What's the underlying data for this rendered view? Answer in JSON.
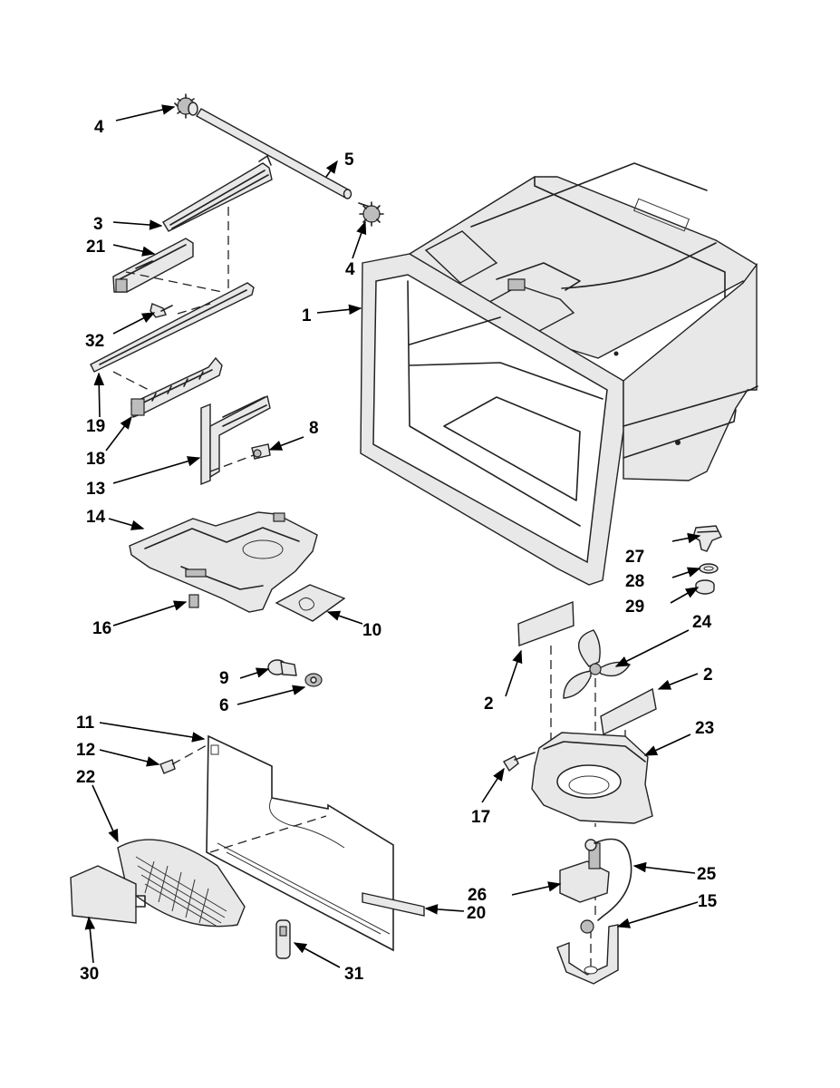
{
  "callouts": [
    {
      "id": "c1",
      "text": "1"
    },
    {
      "id": "c2a",
      "text": "2"
    },
    {
      "id": "c2b",
      "text": "2"
    },
    {
      "id": "c3",
      "text": "3"
    },
    {
      "id": "c4a",
      "text": "4"
    },
    {
      "id": "c4b",
      "text": "4"
    },
    {
      "id": "c5",
      "text": "5"
    },
    {
      "id": "c6",
      "text": "6"
    },
    {
      "id": "c8",
      "text": "8"
    },
    {
      "id": "c9",
      "text": "9"
    },
    {
      "id": "c10",
      "text": "10"
    },
    {
      "id": "c11",
      "text": "11"
    },
    {
      "id": "c12",
      "text": "12"
    },
    {
      "id": "c13",
      "text": "13"
    },
    {
      "id": "c14",
      "text": "14"
    },
    {
      "id": "c15",
      "text": "15"
    },
    {
      "id": "c16",
      "text": "16"
    },
    {
      "id": "c17",
      "text": "17"
    },
    {
      "id": "c18",
      "text": "18"
    },
    {
      "id": "c19",
      "text": "19"
    },
    {
      "id": "c20",
      "text": "20"
    },
    {
      "id": "c21",
      "text": "21"
    },
    {
      "id": "c22",
      "text": "22"
    },
    {
      "id": "c23",
      "text": "23"
    },
    {
      "id": "c24",
      "text": "24"
    },
    {
      "id": "c25",
      "text": "25"
    },
    {
      "id": "c26",
      "text": "26"
    },
    {
      "id": "c27",
      "text": "27"
    },
    {
      "id": "c28",
      "text": "28"
    },
    {
      "id": "c29",
      "text": "29"
    },
    {
      "id": "c30",
      "text": "30"
    },
    {
      "id": "c31",
      "text": "31"
    },
    {
      "id": "c32",
      "text": "32"
    }
  ]
}
